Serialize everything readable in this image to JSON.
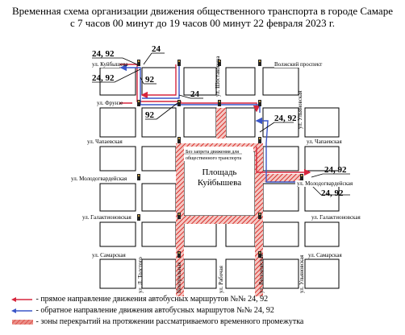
{
  "title": {
    "line1": "Временная схема организации движения общественного транспорта в городе Самаре",
    "line2": "с 7 часов 00 минут до 19 часов 00 минут 22 февраля 2023 г."
  },
  "streets": {
    "kuibysheva": "ул. Куйбышева",
    "volzhsky": "Волжский проспект",
    "frunze": "ул. Фрунзе",
    "chapaevskaya_left": "ул. Чапаевская",
    "chapaevskaya_right": "ул. Чапаевская",
    "molodogvardeiskaya_left": "ул. Молодогвардейская",
    "molodogvardeiskaya_right": "ул. Молодогвардейская",
    "galaktionovskaya_left": "ул. Галактионовская",
    "galaktionovskaya_right": "ул. Галактионовская",
    "samarskaya_left": "ул. Самарская",
    "samarskaya_right": "ул. Самарская",
    "shostakovicha": "ул. Шостаковича",
    "ulyanovskaya_top": "ул. Ульяновская",
    "tolstogo": "ул. Л. Толстого",
    "tsentralnaya": "Центральная",
    "rabochaya": "ул. Рабочая",
    "vilonovskaya": "ул. Вилоновская",
    "ulyanovskaya_bottom": "ул. Ульяновская"
  },
  "square": {
    "line1": "Площадь",
    "line2": "Куйбышева"
  },
  "note": {
    "line1": "Без запрета движения для",
    "line2": "общественного транспорта"
  },
  "routes": {
    "r1": "24, 92",
    "r2": "24",
    "r3": "24, 92",
    "r4": "92",
    "r5": "24",
    "r6": "92",
    "r7": "24, 92",
    "r8": "24, 92",
    "r9": "24, 92"
  },
  "legend": {
    "direct": "- прямое направление движения автобусных маршрутов №№ 24, 92",
    "reverse": "- обратное направление движения автобусных маршрутов №№ 24, 92",
    "closed": "- зоны перекрытий на протяжении рассматриваемого временного промежутка"
  },
  "colors": {
    "direct": "#d7263d",
    "reverse": "#3a56c8",
    "closed": "#d9302b",
    "block": "#000000"
  }
}
